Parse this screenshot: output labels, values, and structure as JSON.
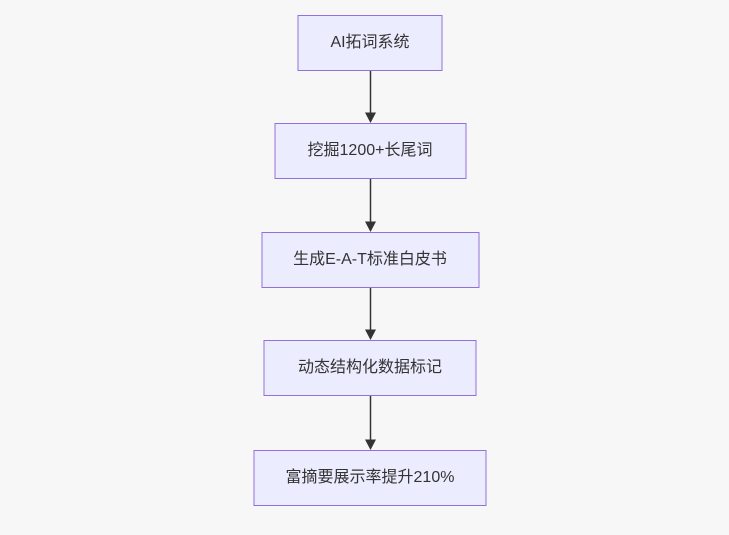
{
  "flowchart": {
    "type": "flowchart",
    "direction": "top-down",
    "nodes": [
      {
        "id": "n1",
        "label": "AI拓词系统"
      },
      {
        "id": "n2",
        "label": "挖掘1200+长尾词"
      },
      {
        "id": "n3",
        "label": "生成E-A-T标准白皮书"
      },
      {
        "id": "n4",
        "label": "动态结构化数据标记"
      },
      {
        "id": "n5",
        "label": "富摘要展示率提升210%"
      }
    ],
    "edges": [
      {
        "from": "n1",
        "to": "n2",
        "style": "arrow-down"
      },
      {
        "from": "n2",
        "to": "n3",
        "style": "arrow-down"
      },
      {
        "from": "n3",
        "to": "n4",
        "style": "arrow-down"
      },
      {
        "from": "n4",
        "to": "n5",
        "style": "arrow-down"
      }
    ]
  },
  "theme": {
    "background": "#f7f7f7",
    "node_fill": "#ececff",
    "node_border": "#9370db",
    "node_text": "#333333",
    "arrow_color": "#333333"
  }
}
